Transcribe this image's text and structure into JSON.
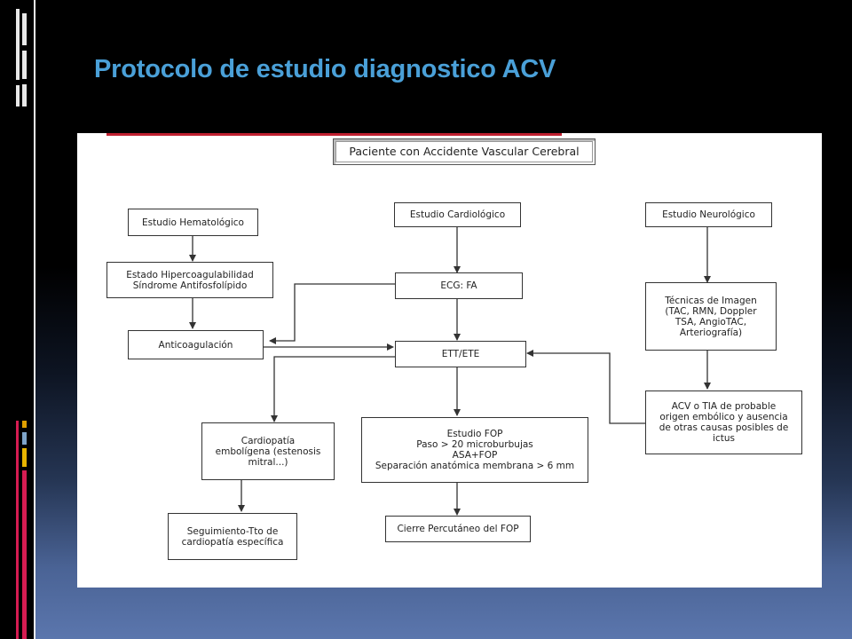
{
  "slide": {
    "title": "Protocolo de estudio diagnostico ACV"
  },
  "diagram": {
    "nodes": {
      "paciente": "Paciente con Accidente Vascular Cerebral",
      "hematologico": "Estudio Hematológico",
      "cardiologico": "Estudio Cardiológico",
      "neurologico": "Estudio Neurológico",
      "hipercoag": [
        "Estado Hipercoagulabilidad",
        "Síndrome Antifosfolípido"
      ],
      "ecg": "ECG: FA",
      "imagen": [
        "Técnicas de Imagen",
        "(TAC, RMN, Doppler",
        "TSA, AngioTAC,",
        "Arteriografía)"
      ],
      "anticoag": "Anticoagulación",
      "ett": "ETT/ETE",
      "acv_tia": [
        "ACV o TIA de probable",
        "origen embólico y ausencia",
        "de otras causas posibles de",
        "ictus"
      ],
      "cardiopatia": [
        "Cardiopatía",
        "embolígena (estenosis",
        "mitral...)"
      ],
      "fop": [
        "Estudio FOP",
        "Paso > 20 microburbujas",
        "ASA+FOP",
        "Separación anatómica membrana > 6 mm"
      ],
      "seguimiento": [
        "Seguimiento-Tto de",
        "cardiopatía específica"
      ],
      "cierre": "Cierre Percutáneo del FOP"
    }
  },
  "colors": {
    "title": "#4aa0d8",
    "background_top": "#000000",
    "background_bottom": "#5b76ad",
    "accent_red": "#d61c52",
    "accent_yellow": "#e8b400",
    "accent_blue": "#7ea4c8"
  }
}
